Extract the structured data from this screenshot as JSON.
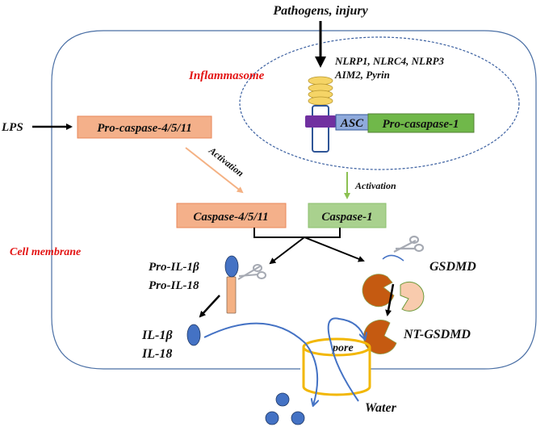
{
  "title": "Pyroptosis signaling pathway",
  "labels": {
    "pathogens": "Pathogens, injury",
    "inflammasome": "Inflammasome",
    "sensors_line1": "NLRP1, NLRC4, NLRP3",
    "sensors_line2": "AIM2, Pyrin",
    "asc": "ASC",
    "pro_caspase_1": "Pro-casapase-1",
    "lps": "LPS",
    "pro_caspase_4511": "Pro-caspase-4/5/11",
    "activation_left": "Activation",
    "activation_right": "Activation",
    "caspase_4511": "Caspase-4/5/11",
    "caspase_1": "Caspase-1",
    "cell_membrane": "Cell membrane",
    "pro_il1b": "Pro-IL-1β",
    "pro_il18": "Pro-IL-18",
    "gsdmd": "GSDMD",
    "il1b": "IL-1β",
    "il18": "IL-18",
    "nt_gsdmd": "NT-GSDMD",
    "pore": "pore",
    "water": "Water"
  },
  "colors": {
    "membrane": "#4a6fa5",
    "inflammasome_ring": "#3a5fa0",
    "label_red": "#e31414",
    "caspase4_fill": "#f4b08a",
    "caspase4_border": "#e8875a",
    "caspase1_fill": "#a9d18e",
    "caspase1_border": "#8cbf6e",
    "pro_casp1_fill": "#70b84a",
    "asc_fill": "#8faadc",
    "purple_band": "#7030a0",
    "sensor_disc": "#f5d466",
    "gsdmd_dark": "#c55a11",
    "gsdmd_light": "#f8cbad",
    "cytokine": "#4472c4",
    "pore": "#f2b705",
    "flow_arrow": "#4472c4",
    "scissors": "#a6aab3",
    "activation_arrow_left": "#f4b183",
    "activation_arrow_right": "#8cc152"
  }
}
